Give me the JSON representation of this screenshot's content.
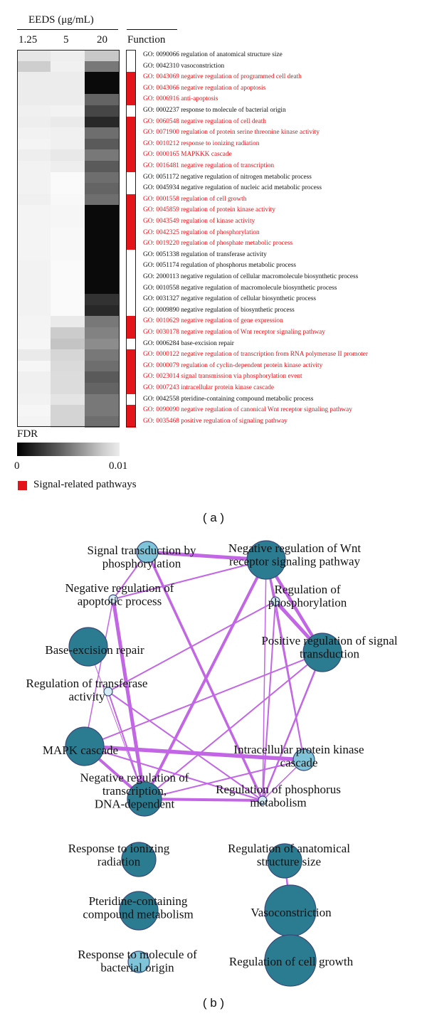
{
  "panel_a": {
    "header_title": "EEDS (μg/mL)",
    "concentrations": [
      "1.25",
      "5",
      "20"
    ],
    "function_header": "Function",
    "rows": [
      {
        "id": "GO: 0090066",
        "term": "regulation of anatomical structure size",
        "signal": false,
        "fdr_gray": [
          230,
          238,
          200
        ]
      },
      {
        "id": "GO: 0042310",
        "term": "vasoconstriction",
        "signal": false,
        "fdr_gray": [
          206,
          240,
          120
        ]
      },
      {
        "id": "GO: 0043069",
        "term": "negative regulation of programmed cell death",
        "signal": true,
        "fdr_gray": [
          236,
          236,
          10
        ]
      },
      {
        "id": "GO: 0043066",
        "term": "negative regulation of apoptosis",
        "signal": true,
        "fdr_gray": [
          236,
          236,
          10
        ]
      },
      {
        "id": "GO: 0006916",
        "term": "anti-apoptosis",
        "signal": true,
        "fdr_gray": [
          236,
          236,
          100
        ]
      },
      {
        "id": "GO: 0002237",
        "term": "response to molecule of bacterial origin",
        "signal": false,
        "fdr_gray": [
          240,
          242,
          70
        ]
      },
      {
        "id": "GO: 0060548",
        "term": "negative regulation of cell death",
        "signal": true,
        "fdr_gray": [
          238,
          234,
          40
        ]
      },
      {
        "id": "GO: 0071900",
        "term": "regulation of protein serine threonine kinase activity",
        "signal": true,
        "fdr_gray": [
          242,
          240,
          110
        ]
      },
      {
        "id": "GO: 0010212",
        "term": "response to ionizing radiation",
        "signal": true,
        "fdr_gray": [
          244,
          240,
          90
        ]
      },
      {
        "id": "GO: 0000165",
        "term": "MAPKKK cascade",
        "signal": true,
        "fdr_gray": [
          238,
          232,
          120
        ]
      },
      {
        "id": "GO: 0016481",
        "term": "negative regulation of transcription",
        "signal": true,
        "fdr_gray": [
          242,
          238,
          90
        ]
      },
      {
        "id": "GO: 0051172",
        "term": "negative regulation of nitrogen metabolic process",
        "signal": false,
        "fdr_gray": [
          242,
          250,
          110
        ]
      },
      {
        "id": "GO: 0045934",
        "term": "negative regulation of nucleic acid metabolic process",
        "signal": false,
        "fdr_gray": [
          242,
          250,
          100
        ]
      },
      {
        "id": "GO: 0001558",
        "term": "regulation of cell growth",
        "signal": true,
        "fdr_gray": [
          240,
          248,
          110
        ]
      },
      {
        "id": "GO: 0045859",
        "term": "regulation of protein kinase activity",
        "signal": true,
        "fdr_gray": [
          244,
          246,
          10
        ]
      },
      {
        "id": "GO: 0043549",
        "term": "regulation of kinase activity",
        "signal": true,
        "fdr_gray": [
          244,
          246,
          10
        ]
      },
      {
        "id": "GO: 0042325",
        "term": "regulation of phosphorylation",
        "signal": true,
        "fdr_gray": [
          244,
          248,
          10
        ]
      },
      {
        "id": "GO: 0019220",
        "term": "regulation of phosphate metabolic process",
        "signal": true,
        "fdr_gray": [
          244,
          248,
          10
        ]
      },
      {
        "id": "GO: 0051338",
        "term": "regulation of transferase activity",
        "signal": false,
        "fdr_gray": [
          244,
          248,
          10
        ]
      },
      {
        "id": "GO: 0051174",
        "term": "regulation of phosphorus metabolic process",
        "signal": false,
        "fdr_gray": [
          242,
          250,
          10
        ]
      },
      {
        "id": "GO: 2000113",
        "term": "negative regulation of cellular macromolecule biosynthetic process",
        "signal": false,
        "fdr_gray": [
          242,
          250,
          10
        ]
      },
      {
        "id": "GO: 0010558",
        "term": "negative regulation of macromolecule biosynthetic process",
        "signal": false,
        "fdr_gray": [
          242,
          250,
          10
        ]
      },
      {
        "id": "GO: 0031327",
        "term": "negative regulation of cellular biosynthetic process",
        "signal": false,
        "fdr_gray": [
          242,
          250,
          50
        ]
      },
      {
        "id": "GO: 0009890",
        "term": "negative regulation of biosynthetic process",
        "signal": false,
        "fdr_gray": [
          242,
          250,
          40
        ]
      },
      {
        "id": "GO: 0010629",
        "term": "negative regulation of gene expression",
        "signal": true,
        "fdr_gray": [
          244,
          234,
          120
        ]
      },
      {
        "id": "GO: 0030178",
        "term": "negative regulation of  Wnt receptor signaling pathway",
        "signal": true,
        "fdr_gray": [
          244,
          204,
          130
        ]
      },
      {
        "id": "GO: 0006284",
        "term": "base-excision repair",
        "signal": false,
        "fdr_gray": [
          246,
          196,
          140
        ]
      },
      {
        "id": "GO: 0000122",
        "term": "negative regulation of transcription from RNA polymerase II promoter",
        "signal": true,
        "fdr_gray": [
          234,
          214,
          120
        ]
      },
      {
        "id": "GO: 0000079",
        "term": "regulation of cyclin-dependent protein kinase activity",
        "signal": true,
        "fdr_gray": [
          246,
          218,
          110
        ]
      },
      {
        "id": "GO: 0023014",
        "term": "signal transmission via phosphorylation event",
        "signal": true,
        "fdr_gray": [
          240,
          220,
          90
        ]
      },
      {
        "id": "GO: 0007243",
        "term": "intracellular protein kinase cascade",
        "signal": true,
        "fdr_gray": [
          240,
          220,
          100
        ]
      },
      {
        "id": "GO: 0042558",
        "term": "pteridine-containing compound metabolic process",
        "signal": false,
        "fdr_gray": [
          242,
          228,
          120
        ]
      },
      {
        "id": "GO: 0090090",
        "term": "negative regulation of canonical Wnt receptor signaling pathway",
        "signal": true,
        "fdr_gray": [
          246,
          212,
          120
        ]
      },
      {
        "id": "GO: 0035468",
        "term": "positive regulation of signaling pathway",
        "signal": true,
        "fdr_gray": [
          244,
          212,
          110
        ]
      }
    ],
    "fdr_title": "FDR",
    "fdr_min": "0",
    "fdr_max": "0.01",
    "legend_label": "Signal-related pathways",
    "signal_color": "#e3151a",
    "caption": "( a )"
  },
  "panel_b": {
    "caption": "( b )",
    "node_color_dark": "#2b7b91",
    "node_color_light": "#7fc4d9",
    "edge_color": "#c266e6",
    "nodes": [
      {
        "key": "signal_transduction",
        "lines": [
          "Signal transduction by",
          "phosphorylation"
        ],
        "size": "small"
      },
      {
        "key": "wnt",
        "lines": [
          "Negative regulation of Wnt",
          "receptor signaling pathway"
        ],
        "size": "large"
      },
      {
        "key": "apoptotic",
        "lines": [
          "Negative regulation of",
          "apoptotic process"
        ],
        "size": "tiny"
      },
      {
        "key": "phosphorylation",
        "lines": [
          "Regulation of",
          "phosphorylation"
        ],
        "size": "tiny"
      },
      {
        "key": "base_excision",
        "lines": [
          "Base-excision repair"
        ],
        "size": "large"
      },
      {
        "key": "pos_signal",
        "lines": [
          "Positive regulation of signal",
          "transduction"
        ],
        "size": "large"
      },
      {
        "key": "transferase",
        "lines": [
          "Regulation of transferase",
          "activity"
        ],
        "size": "tiny"
      },
      {
        "key": "mapk",
        "lines": [
          "MAPK cascade"
        ],
        "size": "large"
      },
      {
        "key": "intracellular",
        "lines": [
          "Intracellular protein kinase",
          "cascade"
        ],
        "size": "small"
      },
      {
        "key": "neg_transcription",
        "lines": [
          "Negative regulation of",
          "transcription,",
          "DNA-dependent"
        ],
        "size": "medium"
      },
      {
        "key": "phosphorus",
        "lines": [
          "Regulation of phosphorus",
          "metabolism"
        ],
        "size": "tiny"
      },
      {
        "key": "ionizing",
        "lines": [
          "Response to ionizing",
          "radiation"
        ],
        "size": "medium"
      },
      {
        "key": "anatomical",
        "lines": [
          "Regulation of anatomical",
          "structure size"
        ],
        "size": "medium"
      },
      {
        "key": "pteridine",
        "lines": [
          "Pteridine-containing",
          "compound metabolism"
        ],
        "size": "large"
      },
      {
        "key": "vasoconstriction",
        "lines": [
          "Vasoconstriction"
        ],
        "size": "xlarge"
      },
      {
        "key": "bacterial",
        "lines": [
          "Response to molecule of",
          "bacterial origin"
        ],
        "size": "small"
      },
      {
        "key": "cell_growth",
        "lines": [
          "Regulation of cell growth"
        ],
        "size": "xlarge"
      }
    ]
  }
}
